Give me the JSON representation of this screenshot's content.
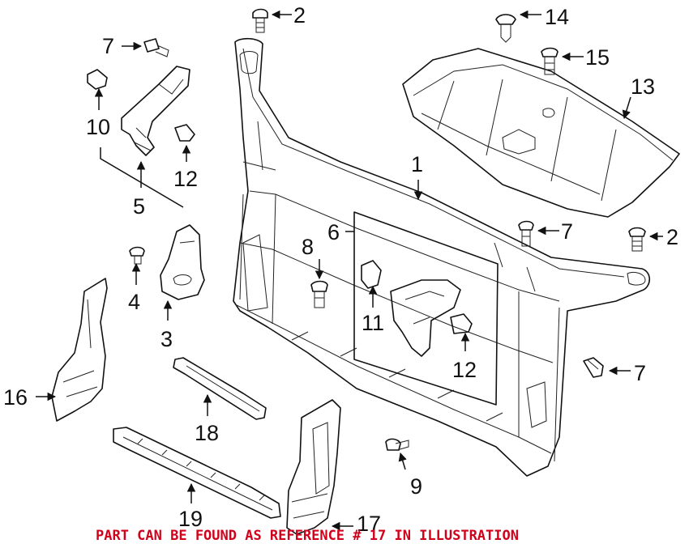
{
  "callouts": {
    "c1": "1",
    "c2a": "2",
    "c2b": "2",
    "c3": "3",
    "c4": "4",
    "c5": "5",
    "c6": "6",
    "c7a": "7",
    "c7b": "7",
    "c7c": "7",
    "c8": "8",
    "c9": "9",
    "c10": "10",
    "c11": "11",
    "c12a": "12",
    "c12b": "12",
    "c13": "13",
    "c14": "14",
    "c15": "15",
    "c16": "16",
    "c17": "17",
    "c18": "18",
    "c19": "19"
  },
  "caption": "PART CAN BE FOUND AS REFERENCE # 17 IN ILLUSTRATION",
  "colors": {
    "caption": "#d0021b",
    "line_art": "#111111",
    "background": "#ffffff"
  }
}
